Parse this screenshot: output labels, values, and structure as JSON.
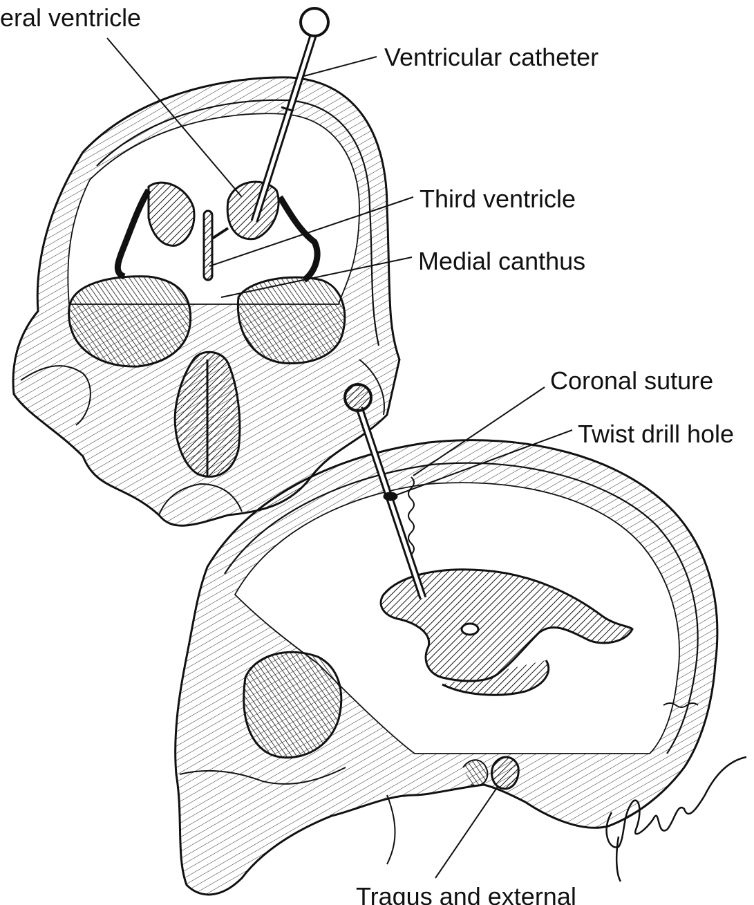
{
  "labels": {
    "lateral_ventricle": "eral ventricle",
    "ventricular_catheter": "Ventricular catheter",
    "third_ventricle": "Third ventricle",
    "medial_canthus": "Medial canthus",
    "coronal_suture": "Coronal suture",
    "twist_drill_hole": "Twist drill hole",
    "tragus": "Tragus and external"
  },
  "colors": {
    "ink": "#111111",
    "paper": "#ffffff"
  },
  "artist_signature_present": true
}
